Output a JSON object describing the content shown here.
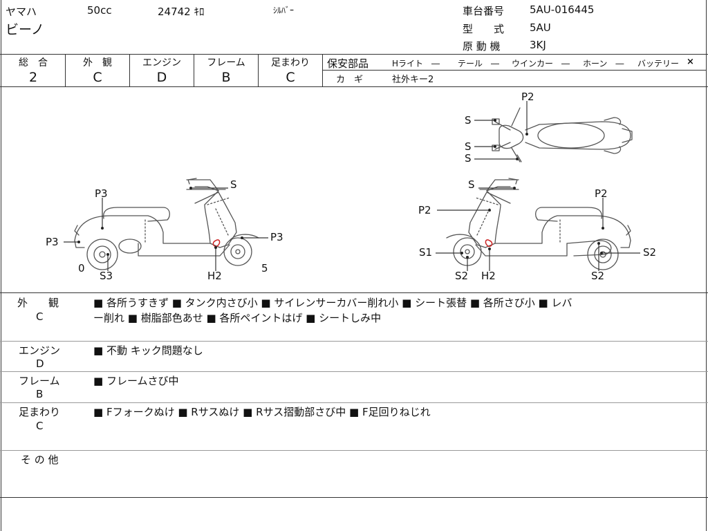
{
  "header": {
    "maker": "ヤマハ",
    "displacement": "50cc",
    "mileage": "24742 ｷﾛ",
    "color": "ｼﾙﾊﾞｰ",
    "model_name": "ビーノ",
    "frame_no_label": "車台番号",
    "frame_no": "5AU-016445",
    "type_label": "型　　式",
    "type": "5AU",
    "engine_label": "原 動 機",
    "engine": "3KJ"
  },
  "grades": {
    "overall_label": "総　合",
    "overall": "2",
    "exterior_label": "外　観",
    "exterior": "C",
    "engine_label": "エンジン",
    "engine": "D",
    "frame_label": "フレーム",
    "frame": "B",
    "suspension_label": "足まわり",
    "suspension": "C"
  },
  "safety": {
    "label": "保安部品",
    "headlight": "Hライト　―",
    "tail": "テール　―",
    "winker": "ウインカー　―",
    "horn": "ホーン　―",
    "battery": "バッテリー",
    "battery_mark": "×",
    "key_label": "カ　ギ",
    "key": "社外キー2"
  },
  "diagram": {
    "left": {
      "S": "S",
      "P3_top": "P3",
      "P3_left": "P3",
      "P3_right": "P3",
      "zero": "0",
      "S3": "S3",
      "H2": "H2",
      "five": "5"
    },
    "top": {
      "P2": "P2",
      "S1": "S",
      "S2": "S",
      "S3": "S"
    },
    "right": {
      "S": "S",
      "P2_left": "P2",
      "P2_right": "P2",
      "S1": "S1",
      "S2_bottom_left": "S2",
      "H2": "H2",
      "S2_right": "S2",
      "S2_bottom_right": "S2"
    }
  },
  "remarks": {
    "exterior_label": "外　　観",
    "exterior_grade": "C",
    "exterior_line1": "■ 各所うすきず ■ タンク内さび小 ■ サイレンサーカバー削れ小 ■ シート張替 ■ 各所さび小 ■ レバ",
    "exterior_line2": "ー削れ ■ 樹脂部色あせ ■ 各所ペイントはげ ■ シートしみ中",
    "engine_label": "エンジン",
    "engine_grade": "D",
    "engine_text": "■ 不動 キック問題なし",
    "frame_label": "フレーム",
    "frame_grade": "B",
    "frame_text": "■ フレームさび中",
    "suspension_label": "足まわり",
    "suspension_grade": "C",
    "suspension_text": "■ Fフォークぬけ ■ Rサスぬけ ■ Rサス摺動部さび中 ■ F足回りねじれ",
    "other_label": "そ の 他"
  },
  "colors": {
    "line": "#333333",
    "damage_mark": "#cc2222"
  }
}
